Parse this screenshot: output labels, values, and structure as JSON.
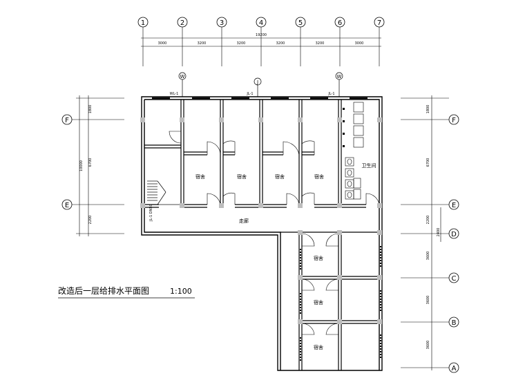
{
  "drawing": {
    "title": "改造后一层给排水平面图",
    "scale": "1:100"
  },
  "grid_columns": [
    "1",
    "2",
    "3",
    "4",
    "5",
    "6",
    "7"
  ],
  "grid_rows_left": [
    "F",
    "E"
  ],
  "grid_rows_right": [
    "F",
    "E",
    "D",
    "C",
    "B",
    "A"
  ],
  "top_dimensions": {
    "total": "19200",
    "segments": [
      "3000",
      "3200",
      "3200",
      "3200",
      "3200",
      "3000"
    ]
  },
  "left_dimensions": {
    "total": "10000",
    "segments": [
      "1800",
      "6700",
      "2200"
    ]
  },
  "right_dimensions": {
    "segments": [
      "1800",
      "6700",
      "2200",
      "3600",
      "3600",
      "3600"
    ],
    "corner": "2400"
  },
  "riser_markers": [
    "W",
    "J",
    "W"
  ],
  "riser_labels": [
    "WL-1",
    "JL-1",
    "JL-1"
  ],
  "rooms": {
    "north": [
      "宿舍",
      "宿舍",
      "宿舍",
      "宿舍"
    ],
    "toilet": "卫生间",
    "corridor": "走廊",
    "east": [
      "宿舍",
      "宿舍",
      "宿舍"
    ],
    "stair_note": "JL-1 DN50"
  }
}
